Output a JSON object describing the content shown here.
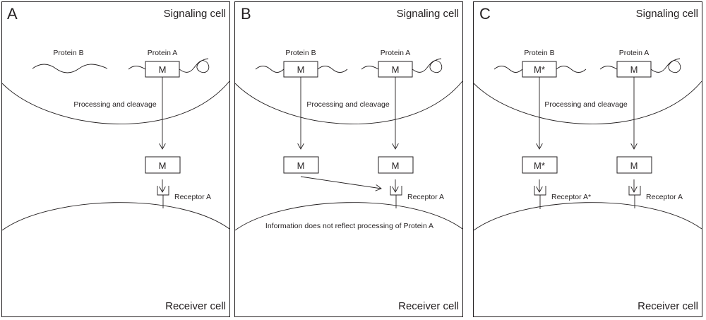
{
  "panels": [
    {
      "letter": "A",
      "signaling": "Signaling cell",
      "receiver": "Receiver cell",
      "protein_b": "Protein B",
      "protein_a": "Protein A",
      "m_a": "M",
      "processing": "Processing and cleavage",
      "m_out": "M",
      "receptor": "Receptor A"
    },
    {
      "letter": "B",
      "signaling": "Signaling cell",
      "receiver": "Receiver cell",
      "protein_b": "Protein B",
      "protein_a": "Protein A",
      "m_b": "M",
      "m_a": "M",
      "processing": "Processing and cleavage",
      "m_out_b": "M",
      "m_out_a": "M",
      "receptor": "Receptor A",
      "note": "Information does not reflect processing of Protein A"
    },
    {
      "letter": "C",
      "signaling": "Signaling cell",
      "receiver": "Receiver cell",
      "protein_b": "Protein B",
      "protein_a": "Protein A",
      "m_b": "M*",
      "m_a": "M",
      "processing": "Processing and cleavage",
      "m_out_b": "M*",
      "m_out_a": "M",
      "receptor_b": "Receptor A*",
      "receptor_a": "Receptor A"
    }
  ]
}
